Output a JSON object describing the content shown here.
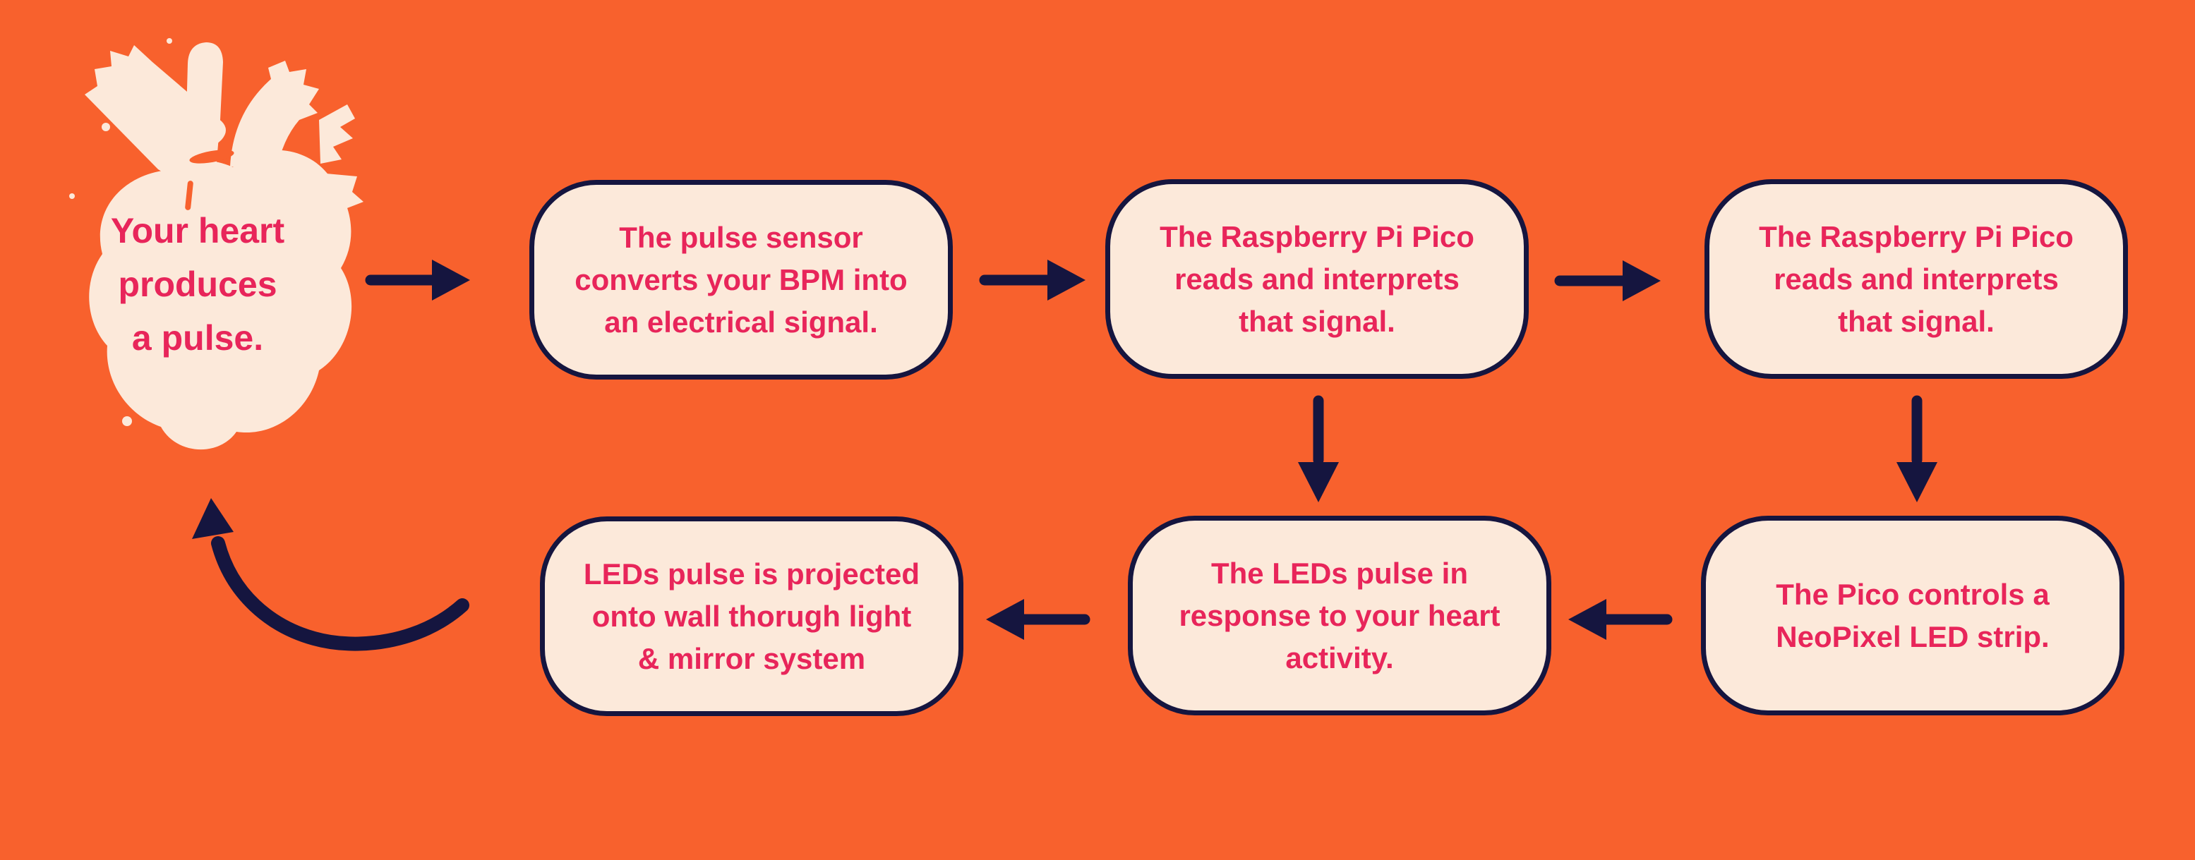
{
  "palette": {
    "background": "#F8612D",
    "box_fill": "#FCE9DA",
    "outline_navy": "#15153F",
    "text_pink": "#E8255A"
  },
  "flowchart": {
    "heart_label": "Your heart\nproduces\na pulse.",
    "boxes": [
      {
        "id": "pulse-sensor",
        "text": "The pulse sensor\nconverts your BPM into\nan electrical signal."
      },
      {
        "id": "pico-reads-1",
        "text": "The Raspberry Pi Pico\nreads and interprets\nthat signal."
      },
      {
        "id": "pico-reads-2",
        "text": "The Raspberry Pi Pico\nreads and interprets\nthat signal."
      },
      {
        "id": "leds-projected",
        "text": "LEDs pulse is projected\nonto wall thorugh light\n& mirror system"
      },
      {
        "id": "leds-pulse",
        "text": "The LEDs pulse  in\nresponse to your heart\nactivity."
      },
      {
        "id": "pico-controls",
        "text": "The Pico controls a\nNeoPixel LED strip."
      }
    ]
  }
}
